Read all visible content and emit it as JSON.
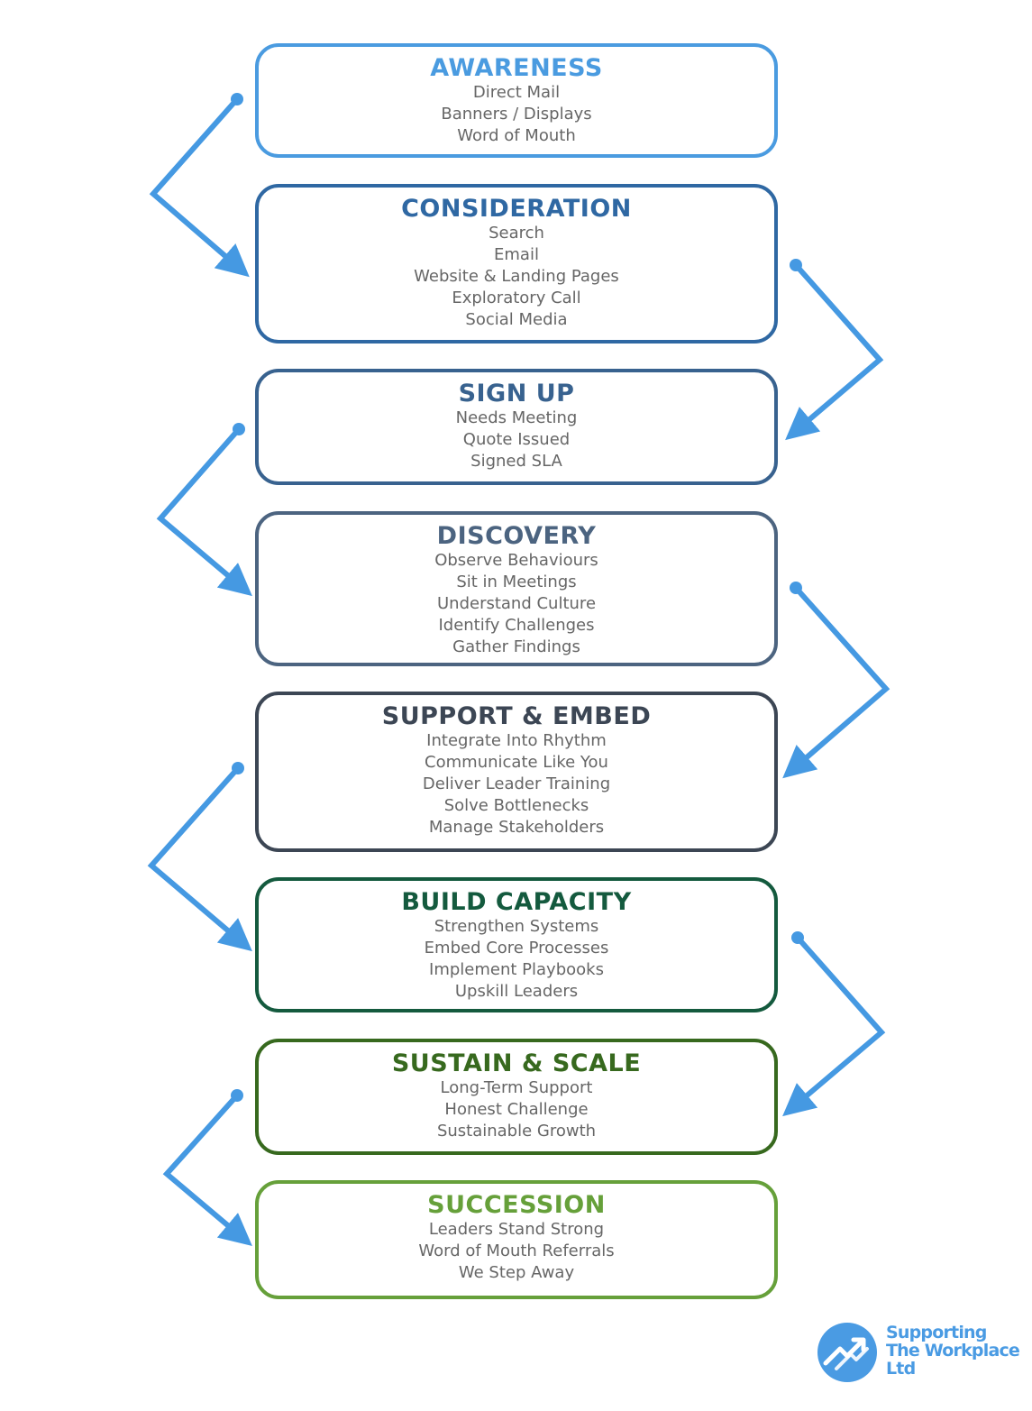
{
  "stages": [
    {
      "title": "AWARENESS",
      "color": "#4a9be0",
      "items": [
        "Direct Mail",
        "Banners / Displays",
        "Word of Mouth"
      ]
    },
    {
      "title": "CONSIDERATION",
      "color": "#2f68a3",
      "items": [
        "Search",
        "Email",
        "Website & Landing Pages",
        "Exploratory Call",
        "Social Media"
      ]
    },
    {
      "title": "SIGN UP",
      "color": "#38628f",
      "items": [
        "Needs Meeting",
        "Quote Issued",
        "Signed SLA"
      ]
    },
    {
      "title": "DISCOVERY",
      "color": "#4c6480",
      "items": [
        "Observe Behaviours",
        "Sit in Meetings",
        "Understand Culture",
        "Identify Challenges",
        "Gather Findings"
      ]
    },
    {
      "title": "SUPPORT & EMBED",
      "color": "#3c4654",
      "items": [
        "Integrate Into Rhythm",
        "Communicate Like You",
        "Deliver Leader Training",
        "Solve Bottlenecks",
        "Manage Stakeholders"
      ]
    },
    {
      "title": "BUILD CAPACITY",
      "color": "#145a3e",
      "items": [
        "Strengthen Systems",
        "Embed Core Processes",
        "Implement Playbooks",
        "Upskill Leaders"
      ]
    },
    {
      "title": "SUSTAIN & SCALE",
      "color": "#37691e",
      "items": [
        "Long-Term Support",
        "Honest Challenge",
        "Sustainable Growth"
      ]
    },
    {
      "title": "SUCCESSION",
      "color": "#66a03a",
      "items": [
        "Leaders Stand Strong",
        "Word of Mouth Referrals",
        "We Step Away"
      ]
    }
  ],
  "connector_color": "#4599e2",
  "logo": {
    "lines": [
      "Supporting",
      "The Workplace",
      "Ltd"
    ],
    "color": "#4a9be3"
  }
}
